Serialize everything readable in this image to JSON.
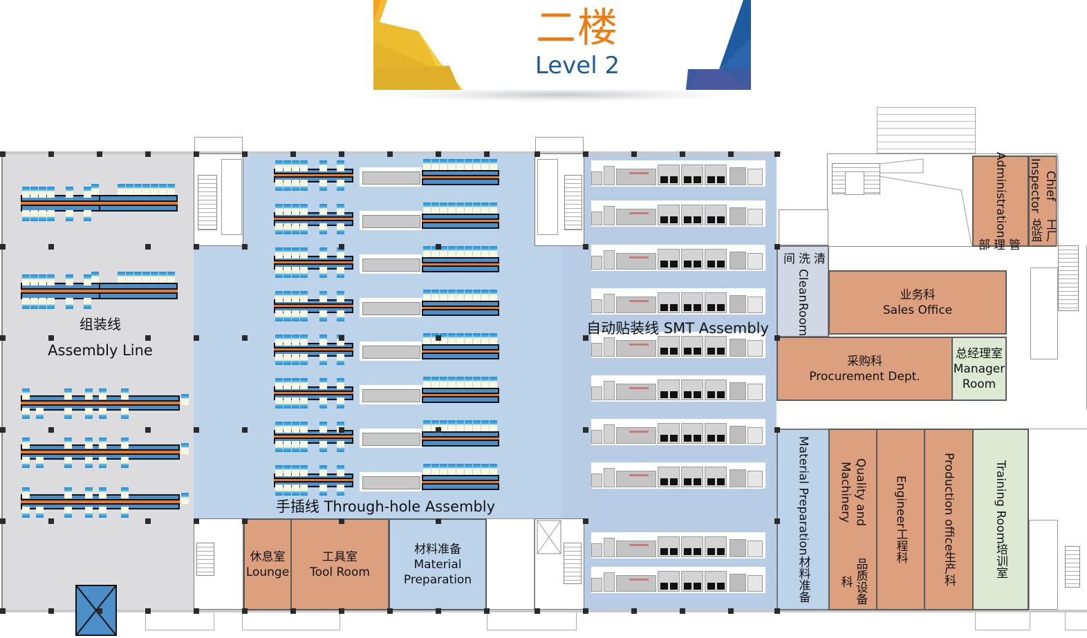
{
  "header": {
    "title_cn": "二楼",
    "title_en": "Level 2",
    "title_cn_color": "#ee7a10",
    "title_en_color": "#1e5a9a"
  },
  "colors": {
    "office": "#dca07e",
    "storage": "#bcd3ea",
    "training": "#dde9d3",
    "assembly_zone": "#dcdcdf",
    "conveyor_blue": "#4b8ec8",
    "conveyor_orange": "#e77a2d"
  },
  "zones": {
    "assembly_line": {
      "cn": "组装线",
      "en": "Assembly Line",
      "line_count": 5
    },
    "through_hole": {
      "label": "手插线 Through-hole Assembly",
      "line_count": 8
    },
    "smt": {
      "label": "自动贴装线 SMT Assembly",
      "line_count": 10
    }
  },
  "rooms": {
    "lounge": {
      "cn": "休息室",
      "en": "Lounge"
    },
    "tool_room": {
      "cn": "工具室",
      "en": "Tool Room"
    },
    "material_prep_bottom": {
      "cn": "材料准备",
      "en1": "Material",
      "en2": "Preparation"
    },
    "clean_room": {
      "cn": "清洗间",
      "en1": "Clean",
      "en2": "Room"
    },
    "sales_office": {
      "cn": "业务科",
      "en": "Sales Office"
    },
    "procurement": {
      "cn": "采购科",
      "en": "Procurement Dept."
    },
    "manager_room": {
      "cn": "总经理室",
      "en1": "Manager",
      "en2": "Room"
    },
    "administration": {
      "cn": "管理部",
      "en": "Administration"
    },
    "chief_inspector": {
      "cn": "工厂总监",
      "en": "Chief Inspector"
    },
    "material_prep_right": {
      "cn": "材料准备",
      "en": "Material Preparation"
    },
    "quality": {
      "cn": "品质设备科",
      "en": "Quality and Machinery"
    },
    "engineer": {
      "cn": "工程科",
      "en": "Engineer"
    },
    "production": {
      "cn": "生产科",
      "en": "Production office"
    },
    "training": {
      "cn": "培训室",
      "en": "Training Room"
    }
  }
}
